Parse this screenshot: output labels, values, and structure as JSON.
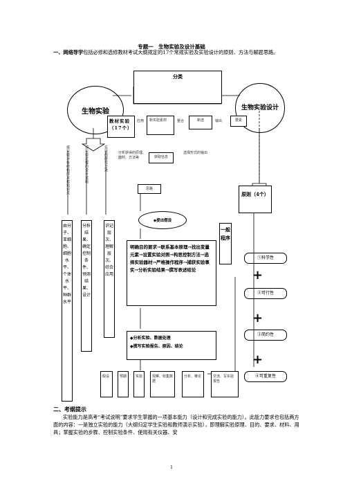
{
  "doc": {
    "title": "专题一　生物实验及设计基础",
    "section1_label": "一、网络导学",
    "section1_lead": "网络导学",
    "section1_text": "包括必修和选修教材考试大纲规定的17个常规实验及实验设计的原则、方法与解题思路。",
    "section2_label": "二、考纲提示",
    "body_text": "实验能力是高考“考试说明”要求学生掌握的一项基本能力（设计和完成实验的能力）。此能力要求也包括两方面的内容：一是独立实验的能力（大纲归定学生实验和教师演示实验），即理解实验原理、目的、要求、材料、用具；掌握实验的步骤、控制实验条件、使用有关仪器、安",
    "page_number": "1"
  },
  "diagram": {
    "left_ellipse": "生物实验",
    "right_ellipse": "生物实验设计",
    "top_box": "分类",
    "textbook_box": "教材实验（17个）",
    "top_row": [
      "应用",
      "新实验素材",
      "整合",
      "新选",
      "输出",
      "要素"
    ],
    "left_columns": [
      "按实验对象结构层次和知识点",
      "按实验过程的设计试题",
      "实验的研究方法"
    ],
    "middle_notes": [
      "分析获得的原理、器材、方法等",
      "获取信息",
      "思路",
      "选择形式的输出"
    ],
    "col1_box": "由分子、亚细胞、细胞水平、个体水平、种群水平",
    "col2_box": "分析结果、确定控制条件、预测结果、设计",
    "col3_box": "识记层次、理解层次、综合应用",
    "steps_box_label": "◆提出假设",
    "steps_box": "明确目的要求→联系基本原理→找出变量元素→设置实验对照→构思控制方法→选择实验器材→严格操作程序→捕获实验事实→分析实验结果→撰写表述结论",
    "analysis_box": [
      "◆分析实验、数据处理",
      "◆撰写实验报告、原因、结论"
    ],
    "bottom_row": [
      "假设",
      "预期",
      "实验",
      "观察、收集数据",
      "分析、推论",
      "交流、写实验报告"
    ],
    "general_procedure": "一般程序",
    "principles_title": "原则（4个）",
    "principles": [
      "①科学性",
      "②可行性",
      "③简约性",
      "④可重复性"
    ]
  }
}
